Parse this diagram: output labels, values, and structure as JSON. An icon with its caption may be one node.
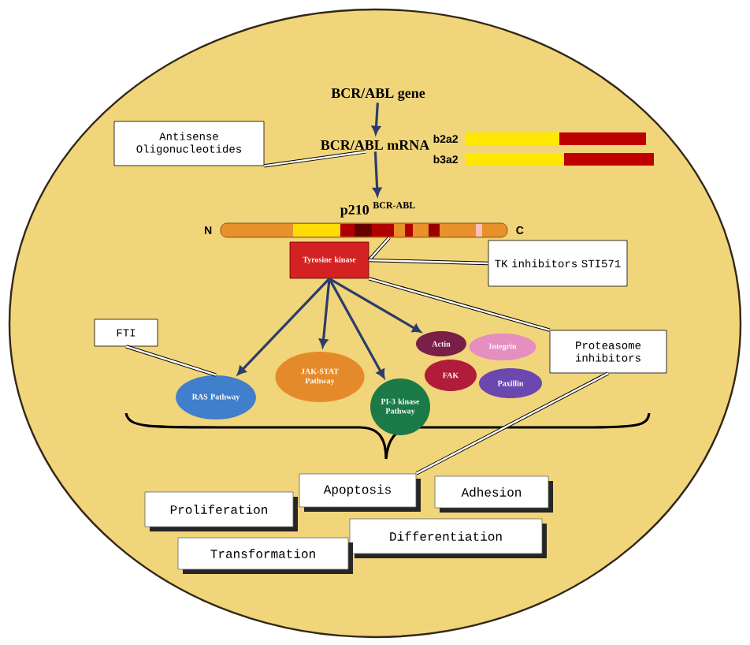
{
  "diagram": {
    "nodes": [
      {
        "text": [
          "BCR/ABL gene"
        ]
      },
      {
        "text": [
          "BCR/ABL mRNA"
        ]
      },
      {
        "text": [
          "Antisense Oligonucleotides"
        ]
      },
      {
        "text": [
          "p210 $^{BCR-ABL}$"
        ]
      },
      {
        "text": [],
        "shape": "bar",
        "beside": [
          "N",
          "C"
        ]
      },
      {
        "text": [
          "Tyrosine kinase"
        ]
      },
      {
        "text": [
          "TK inhibitors STI571"
        ]
      },
      {
        "text": [
          "FTI"
        ]
      },
      {
        "text": [
          "RAS Pathway"
        ]
      },
      {
        "text": [
          "JAK-STAT Pathway"
        ]
      },
      {
        "text": [
          "Actin"
        ]
      },
      {
        "text": [
          "Integrin"
        ]
      },
      {
        "text": [
          "Proteasome inhibitors"
        ]
      },
      {
        "text": [
          "FAK"
        ]
      },
      {
        "text": [
          "PI-3 kinase Pathway"
        ]
      },
      {
        "text": [
          "Paxillin"
        ]
      },
      {
        "text": [
          "Apoptosis"
        ]
      },
      {
        "text": [
          "Adhesion"
        ]
      },
      {
        "text": [
          "Proliferation"
        ]
      },
      {
        "text": [
          "Differentiation"
        ]
      },
      {
        "text": [
          "Transformation"
        ]
      }
    ],
    "edges": [
      {
        "from": 0,
        "to": 1,
        "arrow": "to"
      },
      {
        "from": 1,
        "to": 3,
        "arrow": "to"
      },
      {
        "from": 2,
        "to": 1,
        "arrow": "none",
        "color": "#000000"
      },
      {
        "from": 5,
        "to": 4,
        "arrow": "none",
        "color": "#000000"
      },
      {
        "from": 6,
        "to": 5,
        "arrow": "none",
        "color": "#000000"
      },
      {
        "from": 7,
        "to": 8,
        "arrow": "none",
        "color": "#000000"
      },
      {
        "from": 5,
        "to": 8,
        "arrow": "to"
      },
      {
        "from": 5,
        "to": 9,
        "arrow": "to"
      },
      {
        "from": 5,
        "to": 14,
        "arrow": "to"
      },
      {
        "from": 5,
        "to": 10,
        "arrow": "to"
      },
      {
        "from": 12,
        "to": 5,
        "arrow": "none",
        "color": "#000000"
      },
      {
        "from": 12,
        "to": 16,
        "arrow": "none",
        "color": "#000000"
      }
    ],
    "labels": [
      "b2a2",
      "b3a2"
    ]
  }
}
